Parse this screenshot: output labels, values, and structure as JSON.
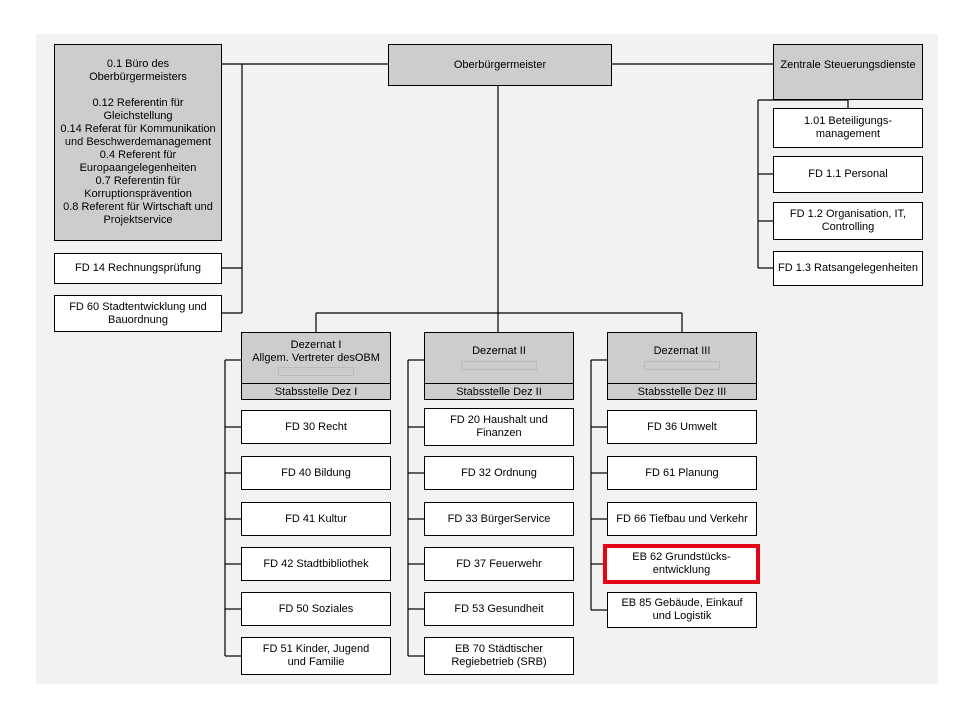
{
  "top": {
    "ob": "Oberbürgermeister",
    "buero": "0.1 Büro des\nOberbürgermeisters\n\n0.12 Referentin für\nGleichstellung\n0.14 Referat für Kommunikation\nund Beschwerdemanagement\n0.4 Referent für\nEuropaangelegenheiten\n0.7 Referentin für\nKorruptionsprävention\n0.8 Referent für Wirtschaft und\nProjektservice",
    "rp": "FD 14 Rechnungsprüfung",
    "stadt": "FD 60 Stadtentwicklung und\nBauordnung",
    "zsd": "Zentrale Steuerungsdienste"
  },
  "zsd_items": [
    "1.01 Beteiligungs-\nmanagement",
    "FD 1.1 Personal",
    "FD 1.2 Organisation, IT,\nControlling",
    "FD 1.3 Ratsangelegenheiten"
  ],
  "dezernate": [
    {
      "title": "Dezernat I\nAllgem. Vertreter desOBM",
      "staff": "Stabsstelle Dez I",
      "items": [
        "FD 30 Recht",
        "FD 40 Bildung",
        "FD 41 Kultur",
        "FD 42 Stadtbibliothek",
        "FD 50 Soziales",
        "FD 51 Kinder, Jugend\nund Familie"
      ]
    },
    {
      "title": "Dezernat II",
      "staff": "Stabsstelle Dez II",
      "items": [
        "FD 20 Haushalt und\nFinanzen",
        "FD 32 Ordnung",
        "FD 33 BürgerService",
        "FD 37 Feuerwehr",
        "FD 53 Gesundheit",
        "EB 70 Städtischer\nRegiebetrieb (SRB)"
      ]
    },
    {
      "title": "Dezernat III",
      "staff": "Stabsstelle Dez III",
      "items": [
        "FD 36 Umwelt",
        "FD 61 Planung",
        "FD 66 Tiefbau und Verkehr",
        "EB 62 Grundstücks-\nentwicklung",
        "EB 85 Gebäude, Einkauf\nund Logistik"
      ]
    }
  ],
  "colors": {
    "highlight": "#e30613",
    "shade": "#dedede",
    "background": "#f2f2f2"
  }
}
